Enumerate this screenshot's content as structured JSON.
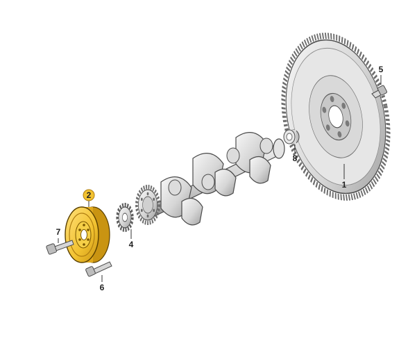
{
  "diagram": {
    "labels": {
      "flywheel": "1",
      "pulley": "2",
      "timing_gear": "4",
      "flywheel_bolt": "5",
      "pulley_bolt": "6",
      "center_bolt": "7",
      "needle_bearing": "8"
    },
    "highlight": {
      "color": "#f2c230",
      "dark": "#b07e10"
    },
    "colors": {
      "metal_light": "#f0f0f0",
      "metal_mid": "#cfcfcf",
      "metal_dark": "#9a9a9a",
      "outline": "#4a4a4a",
      "leader": "#333333"
    }
  }
}
